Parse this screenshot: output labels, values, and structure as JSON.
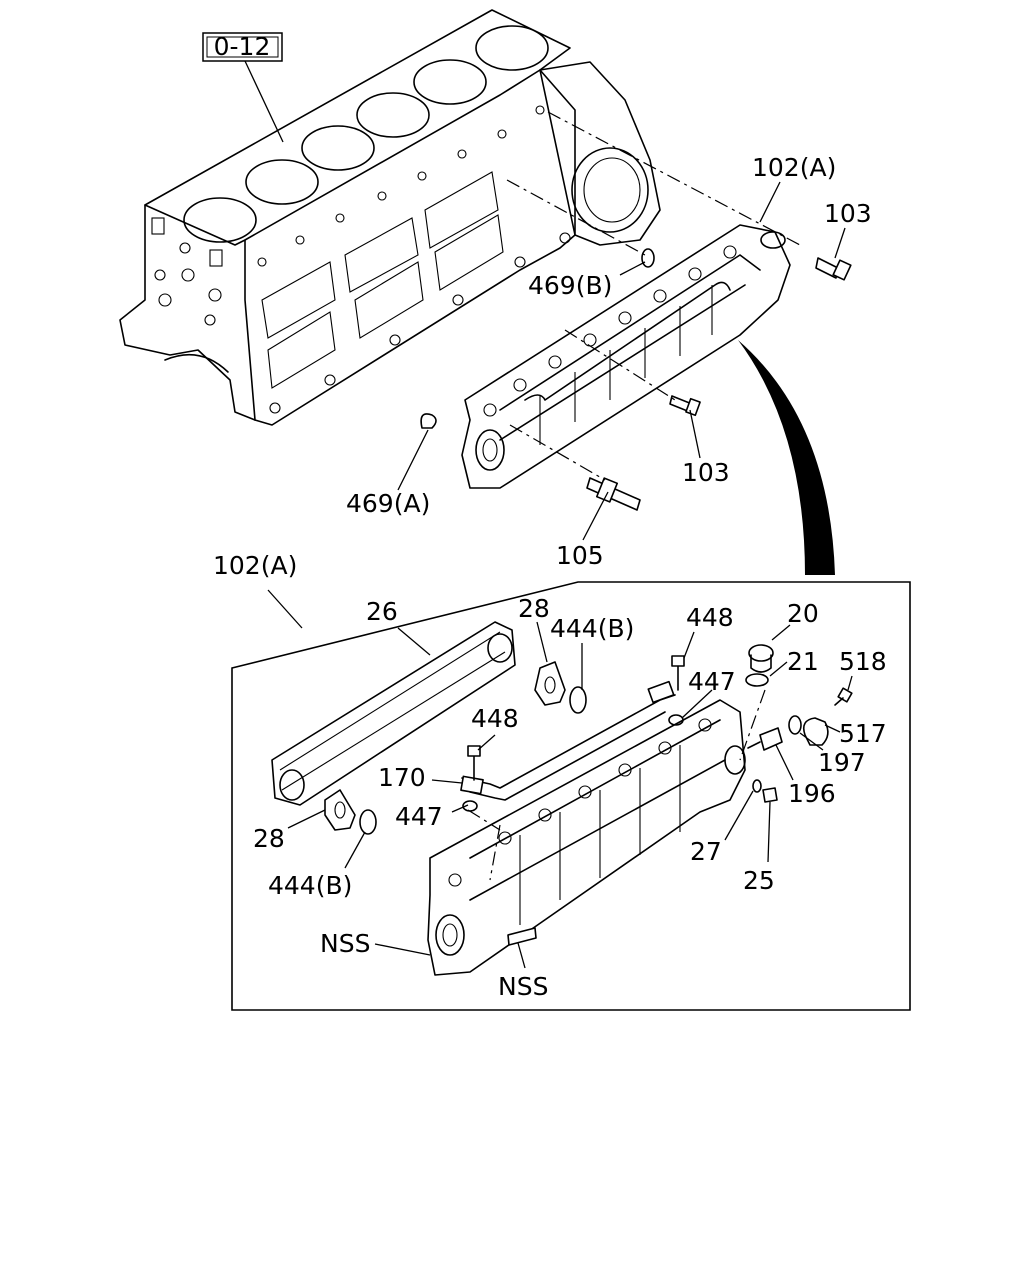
{
  "diagram": {
    "reference_box": "0-12",
    "callouts": {
      "c102a_top": "102(A)",
      "c103_top": "103",
      "c469b": "469(B)",
      "c103_mid": "103",
      "c469a": "469(A)",
      "c105": "105",
      "c102a_detail": "102(A)",
      "c26": "26",
      "c28_top": "28",
      "c444b_top": "444(B)",
      "c448_top": "448",
      "c20": "20",
      "c21": "21",
      "c518": "518",
      "c447_top": "447",
      "c517": "517",
      "c448_mid": "448",
      "c197": "197",
      "c170": "170",
      "c196": "196",
      "c447_mid": "447",
      "c28_bottom": "28",
      "c27": "27",
      "c444b_bottom": "444(B)",
      "c25": "25",
      "cnss_left": "NSS",
      "cnss_bottom": "NSS"
    }
  }
}
